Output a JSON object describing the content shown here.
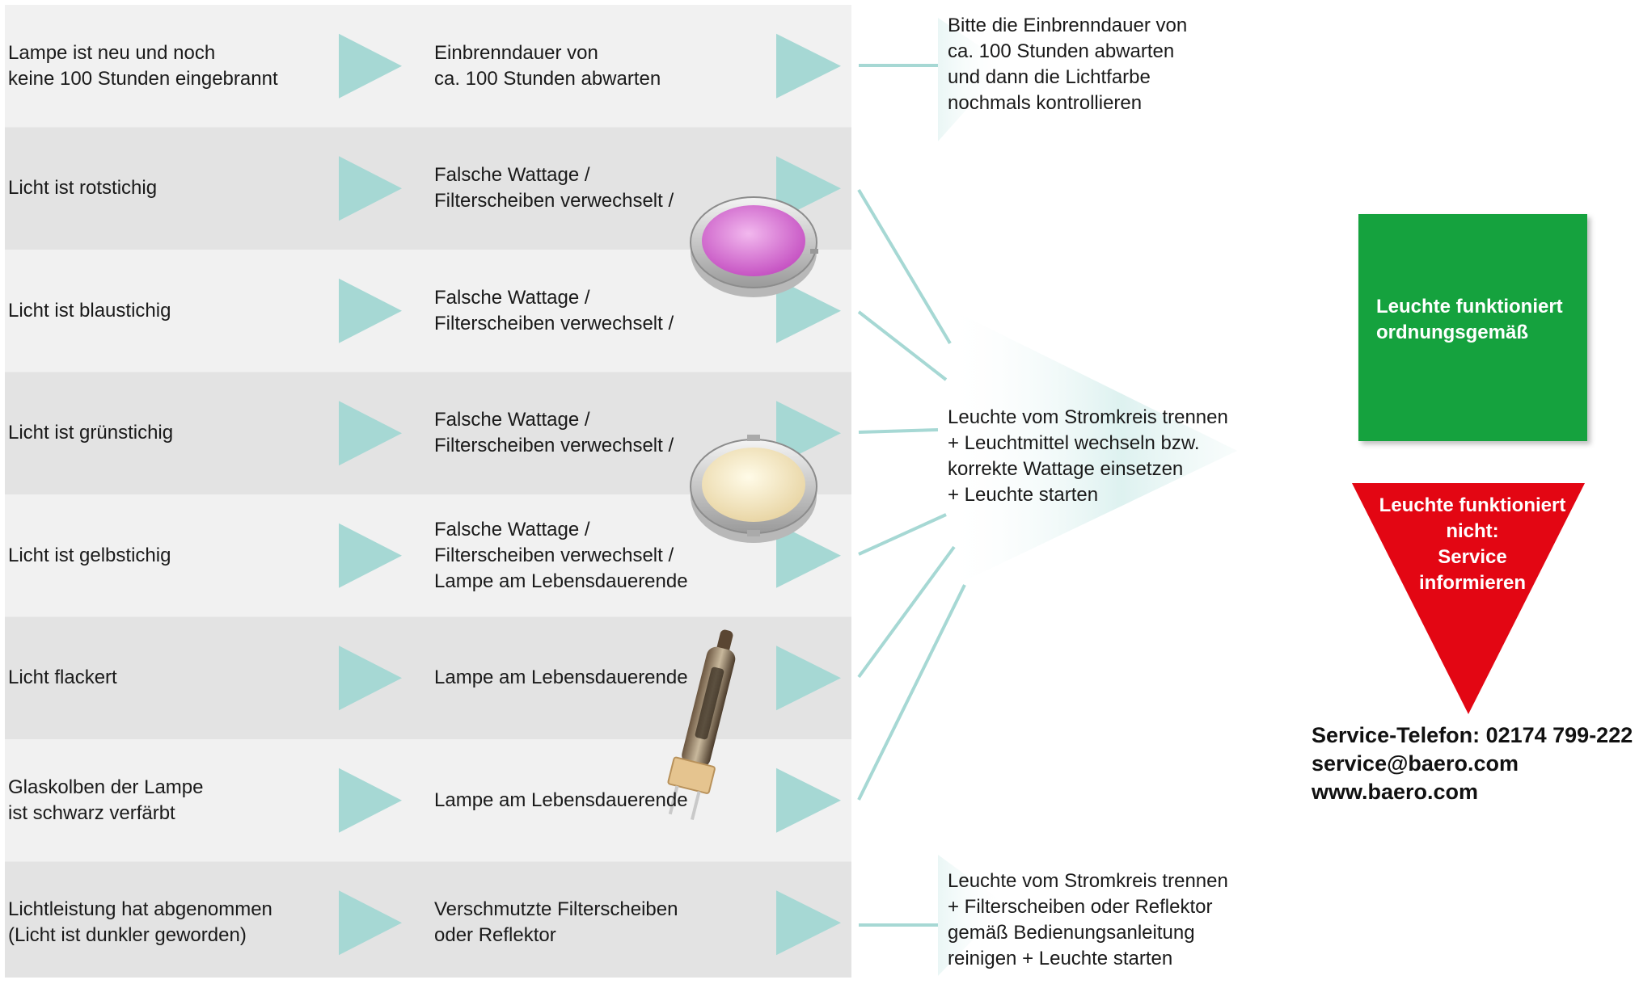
{
  "rows": [
    {
      "symptom": "Lampe ist neu und noch\nkeine 100 Stunden eingebrannt",
      "cause": "Einbrenndauer von\nca. 100 Stunden abwarten",
      "shade": "light"
    },
    {
      "symptom": "Licht ist rotstichig",
      "cause": "Falsche Wattage /\nFilterscheiben verwechselt /",
      "shade": "dark"
    },
    {
      "symptom": "Licht ist blaustichig",
      "cause": "Falsche Wattage /\nFilterscheiben verwechselt /",
      "shade": "light"
    },
    {
      "symptom": "Licht ist grünstichig",
      "cause": "Falsche Wattage /\nFilterscheiben verwechselt /",
      "shade": "dark"
    },
    {
      "symptom": "Licht ist gelbstichig",
      "cause": "Falsche Wattage /\nFilterscheiben verwechselt /\nLampe am Lebensdauerende",
      "shade": "light"
    },
    {
      "symptom": "Licht flackert",
      "cause": "Lampe am Lebensdauerende",
      "shade": "dark"
    },
    {
      "symptom": "Glaskolben der Lampe\nist schwarz verfärbt",
      "cause": "Lampe am Lebensdauerende",
      "shade": "light"
    },
    {
      "symptom": "Lichtleistung hat abgenommen\n(Licht ist dunkler geworden)",
      "cause": "Verschmutzte Filterscheiben\noder Reflektor",
      "shade": "dark"
    }
  ],
  "solutions": {
    "burn_in": "Bitte die Einbrenndauer von\nca. 100 Stunden abwarten\nund dann die Lichtfarbe\nnochmals kontrollieren",
    "replace": "Leuchte vom Stromkreis trennen\n+ Leuchtmittel wechseln bzw.\nkorrekte Wattage einsetzen\n+ Leuchte starten",
    "clean": "Leuchte vom Stromkreis trennen\n+ Filterscheiben oder Reflektor\ngemäß Bedienungsanleitung\nreinigen + Leuchte starten"
  },
  "result_ok": "Leuchte funktioniert\nordnungsgemäß",
  "result_fail": "Leuchte funktioniert\nnicht:\nService\ninformieren",
  "contact": {
    "phone": "Service-Telefon: 02174 799-222",
    "email": "service@baero.com",
    "web": "www.baero.com"
  },
  "colors": {
    "row_light": "#f1f1f1",
    "row_dark": "#e3e3e3",
    "arrow": "#a6d8d4",
    "ok": "#15a23e",
    "fail": "#e30613"
  },
  "icons": [
    "pink-filter-disc-icon",
    "yellow-filter-disc-icon",
    "halogen-lamp-icon"
  ]
}
